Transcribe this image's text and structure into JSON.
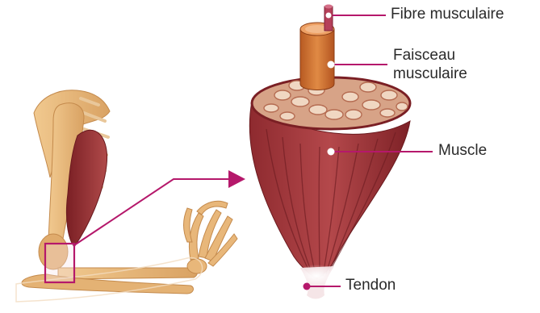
{
  "labels": {
    "fibre": "Fibre musculaire",
    "faisceau_line1": "Faisceau",
    "faisceau_line2": "musculaire",
    "muscle": "Muscle",
    "tendon": "Tendon"
  },
  "colors": {
    "accent": "#b5186b",
    "muscle_dark": "#7a1f24",
    "muscle": "#a83a3e",
    "bone": "#e8b77a",
    "fascicle": "#d4772f",
    "label_text": "#2a2a2a"
  }
}
